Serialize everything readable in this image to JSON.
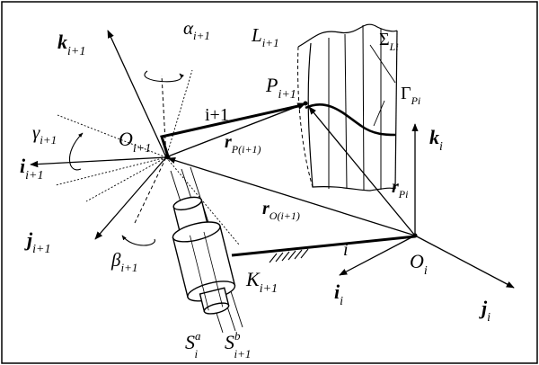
{
  "diagram": {
    "labels": {
      "k_next": {
        "sym": "k",
        "sub": "i+1"
      },
      "alpha_next": {
        "sym": "α",
        "sub": "i+1"
      },
      "L_next": {
        "sym": "L",
        "sub": "i+1"
      },
      "Sigma_Li": {
        "sym": "Σ",
        "sub": "Li"
      },
      "P_next": {
        "sym": "P",
        "sub": "i+1"
      },
      "link_next": {
        "text": "i+1"
      },
      "Gamma_Pi": {
        "sym": "Γ",
        "sub": "Pi"
      },
      "gamma_next": {
        "sym": "γ",
        "sub": "i+1"
      },
      "O_next": {
        "sym": "O",
        "sub": "i+1"
      },
      "r_P_next": {
        "sym": "r",
        "sub": "P(i+1)"
      },
      "k_i": {
        "sym": "k",
        "sub": "i"
      },
      "i_next": {
        "sym": "i",
        "sub": "i+1"
      },
      "r_Pi": {
        "sym": "r",
        "sub": "Pi"
      },
      "r_O_next": {
        "sym": "r",
        "sub": "O(i+1)"
      },
      "j_next": {
        "sym": "j",
        "sub": "i+1"
      },
      "link_i": {
        "text": "i"
      },
      "O_i": {
        "sym": "O",
        "sub": "i"
      },
      "beta_next": {
        "sym": "β",
        "sub": "i+1"
      },
      "K_next": {
        "sym": "K",
        "sub": "i+1"
      },
      "i_i": {
        "sym": "i",
        "sub": "i"
      },
      "j_i": {
        "sym": "j",
        "sub": "i"
      },
      "S_i": {
        "sym": "S",
        "sub": "i",
        "sup": "a"
      },
      "S_next": {
        "sym": "S",
        "sub": "i+1",
        "sup": "b"
      }
    }
  }
}
